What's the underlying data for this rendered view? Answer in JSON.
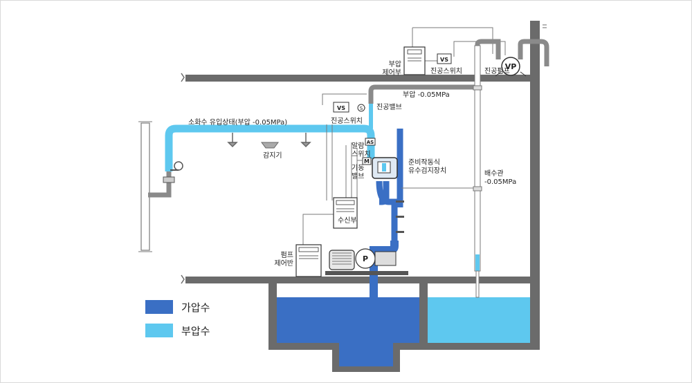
{
  "colors": {
    "pressurized": "#3a6fc4",
    "low_pressure": "#5ec8ef",
    "pipe_gray": "#7a7a7a",
    "wall_gray": "#6b6b6b"
  },
  "labels": {
    "booster_control": [
      "부압",
      "제어부"
    ],
    "vs_top": "VS",
    "vacuum_switch_top": "진공스위치",
    "vp": "VP",
    "vacuum_pump": "진공펌프",
    "negative_pressure": "부압 -0.05MPa",
    "vs_mid": "VS",
    "vacuum_valve_s": "S",
    "vacuum_valve": "진공밸브",
    "vacuum_switch_mid": "진공스위치",
    "water_state": "소화수 유입상태(부압 -0.05MPa)",
    "detector": "감지기",
    "as": "AS",
    "alarm_switch": [
      "알람",
      "스위치"
    ],
    "m": "M",
    "actuated_valve": [
      "기동",
      "밸브"
    ],
    "preaction_valve": [
      "준비작동식",
      "유수검지장치"
    ],
    "drain_pipe": [
      "배수관",
      "-0.05MPa"
    ],
    "receiver": "수신부",
    "pump_control": [
      "펌프",
      "제어반"
    ],
    "pump_p": "P"
  },
  "legend": [
    {
      "label": "가압수",
      "color": "#3a6fc4"
    },
    {
      "label": "부압수",
      "color": "#5ec8ef"
    }
  ]
}
